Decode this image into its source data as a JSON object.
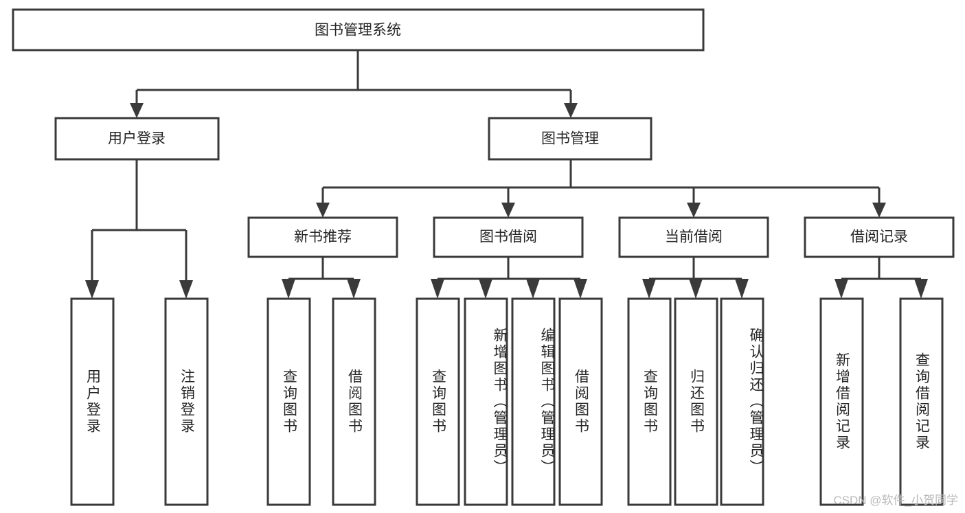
{
  "diagram": {
    "title": "图书管理系统",
    "type": "tree-hierarchy",
    "watermark": "CSDN @软件_小贺同学",
    "colors": {
      "stroke": "#3a3a3a",
      "fill": "#ffffff",
      "text": "#262626",
      "watermark": "#b9b9b9"
    },
    "levels": {
      "root": {
        "label": "图书管理系统"
      },
      "level2": [
        {
          "label": "用户登录"
        },
        {
          "label": "图书管理"
        }
      ],
      "level3": [
        {
          "label": "新书推荐"
        },
        {
          "label": "图书借阅"
        },
        {
          "label": "当前借阅"
        },
        {
          "label": "借阅记录"
        }
      ],
      "leaves": [
        {
          "label": "用户登录"
        },
        {
          "label": "注销登录"
        },
        {
          "label": "查询图书"
        },
        {
          "label": "借阅图书"
        },
        {
          "label": "查询图书"
        },
        {
          "label": "新增图书（管理员）"
        },
        {
          "label": "编辑图书（管理员）"
        },
        {
          "label": "借阅图书"
        },
        {
          "label": "查询图书"
        },
        {
          "label": "归还图书"
        },
        {
          "label": "确认归还（管理员）"
        },
        {
          "label": "新增借阅记录"
        },
        {
          "label": "查询借阅记录"
        }
      ]
    },
    "edges": [
      {
        "from": "图书管理系统",
        "to": "用户登录"
      },
      {
        "from": "图书管理系统",
        "to": "图书管理"
      },
      {
        "from": "用户登录",
        "to": "用户登录"
      },
      {
        "from": "用户登录",
        "to": "注销登录"
      },
      {
        "from": "图书管理",
        "to": "新书推荐"
      },
      {
        "from": "图书管理",
        "to": "图书借阅"
      },
      {
        "from": "图书管理",
        "to": "当前借阅"
      },
      {
        "from": "图书管理",
        "to": "借阅记录"
      },
      {
        "from": "新书推荐",
        "to": "查询图书"
      },
      {
        "from": "新书推荐",
        "to": "借阅图书"
      },
      {
        "from": "图书借阅",
        "to": "查询图书"
      },
      {
        "from": "图书借阅",
        "to": "新增图书（管理员）"
      },
      {
        "from": "图书借阅",
        "to": "编辑图书（管理员）"
      },
      {
        "from": "图书借阅",
        "to": "借阅图书"
      },
      {
        "from": "当前借阅",
        "to": "查询图书"
      },
      {
        "from": "当前借阅",
        "to": "归还图书"
      },
      {
        "from": "当前借阅",
        "to": "确认归还（管理员）"
      },
      {
        "from": "借阅记录",
        "to": "新增借阅记录"
      },
      {
        "from": "借阅记录",
        "to": "查询借阅记录"
      }
    ]
  }
}
